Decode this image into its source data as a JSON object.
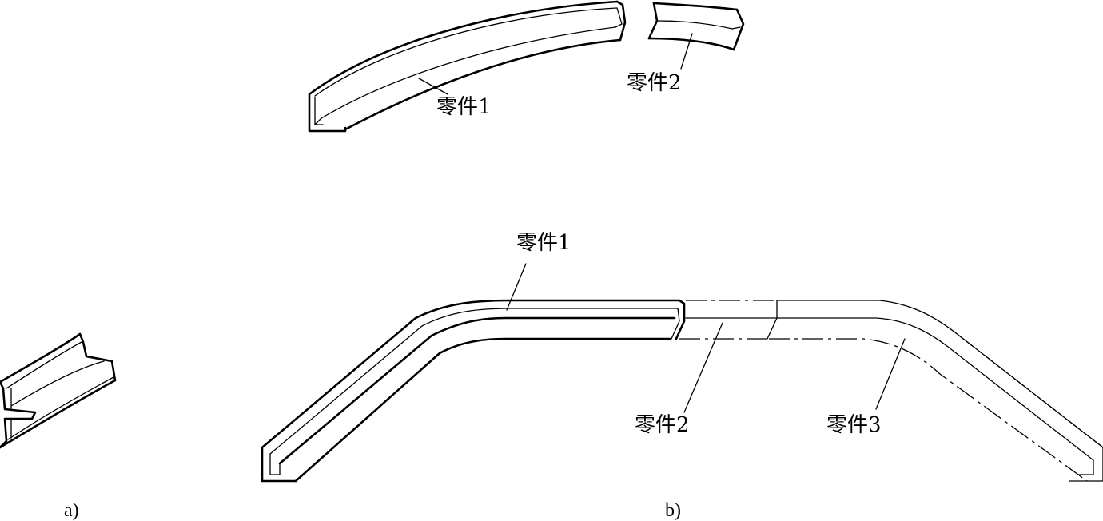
{
  "labels": {
    "top_part1": "零件1",
    "top_part2": "零件2",
    "bottom_part1": "零件1",
    "bottom_part2": "零件2",
    "bottom_part3": "零件3"
  },
  "captions": {
    "a": "a)",
    "b": "b)"
  }
}
